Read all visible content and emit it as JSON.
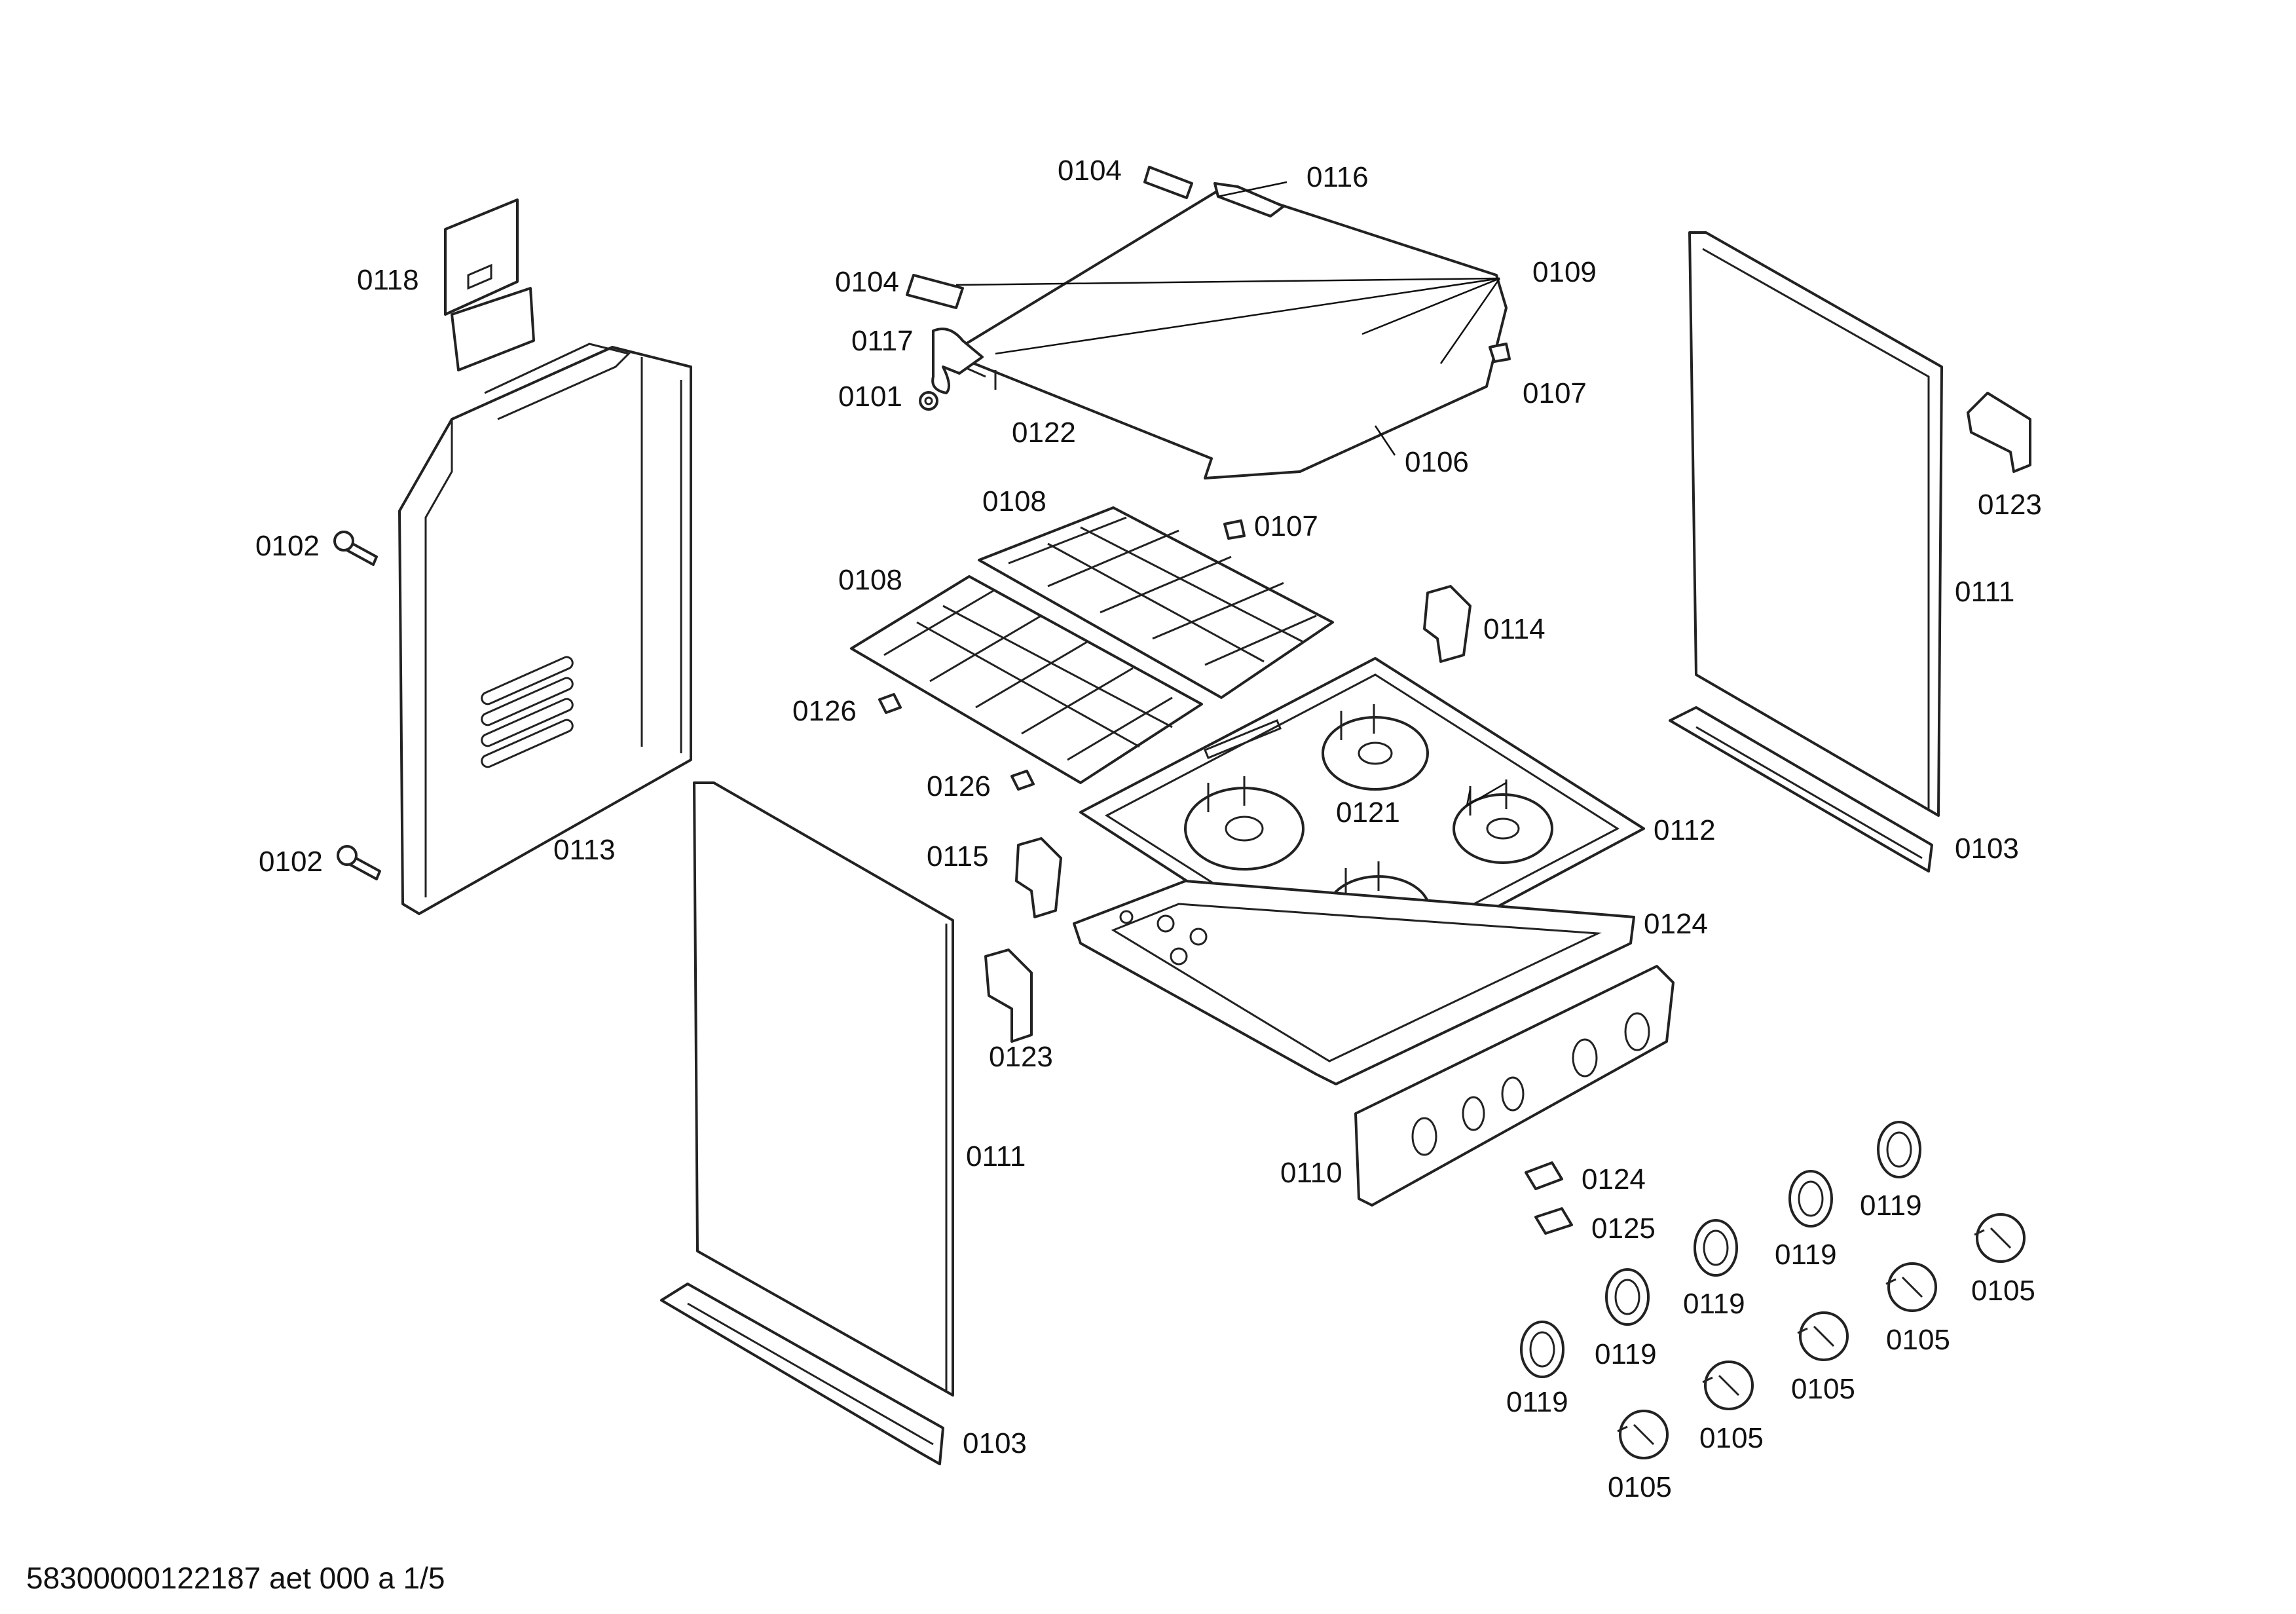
{
  "labels": {
    "p0104a": "0104",
    "p0116": "0116",
    "p0104b": "0104",
    "p0109": "0109",
    "p0117": "0117",
    "p0101": "0101",
    "p0107a": "0107",
    "p0122": "0122",
    "p0106": "0106",
    "p0107b": "0107",
    "p0108a": "0108",
    "p0108b": "0108",
    "p0118": "0118",
    "p0102a": "0102",
    "p0102b": "0102",
    "p0113": "0113",
    "p0126a": "0126",
    "p0126b": "0126",
    "p0114": "0114",
    "p0121": "0121",
    "p0112": "0112",
    "p0115": "0115",
    "p0124a": "0124",
    "p0123a": "0123",
    "p0111a": "0111",
    "p0110": "0110",
    "p0124b": "0124",
    "p0125": "0125",
    "p0119a": "0119",
    "p0119b": "0119",
    "p0119c": "0119",
    "p0119d": "0119",
    "p0119e": "0119",
    "p0105a": "0105",
    "p0105b": "0105",
    "p0105c": "0105",
    "p0105d": "0105",
    "p0105e": "0105",
    "p0103a": "0103",
    "p0111b": "0111",
    "p0123b": "0123",
    "p0103b": "0103"
  },
  "footer": "58300000122187 aet 000 a 1/5"
}
